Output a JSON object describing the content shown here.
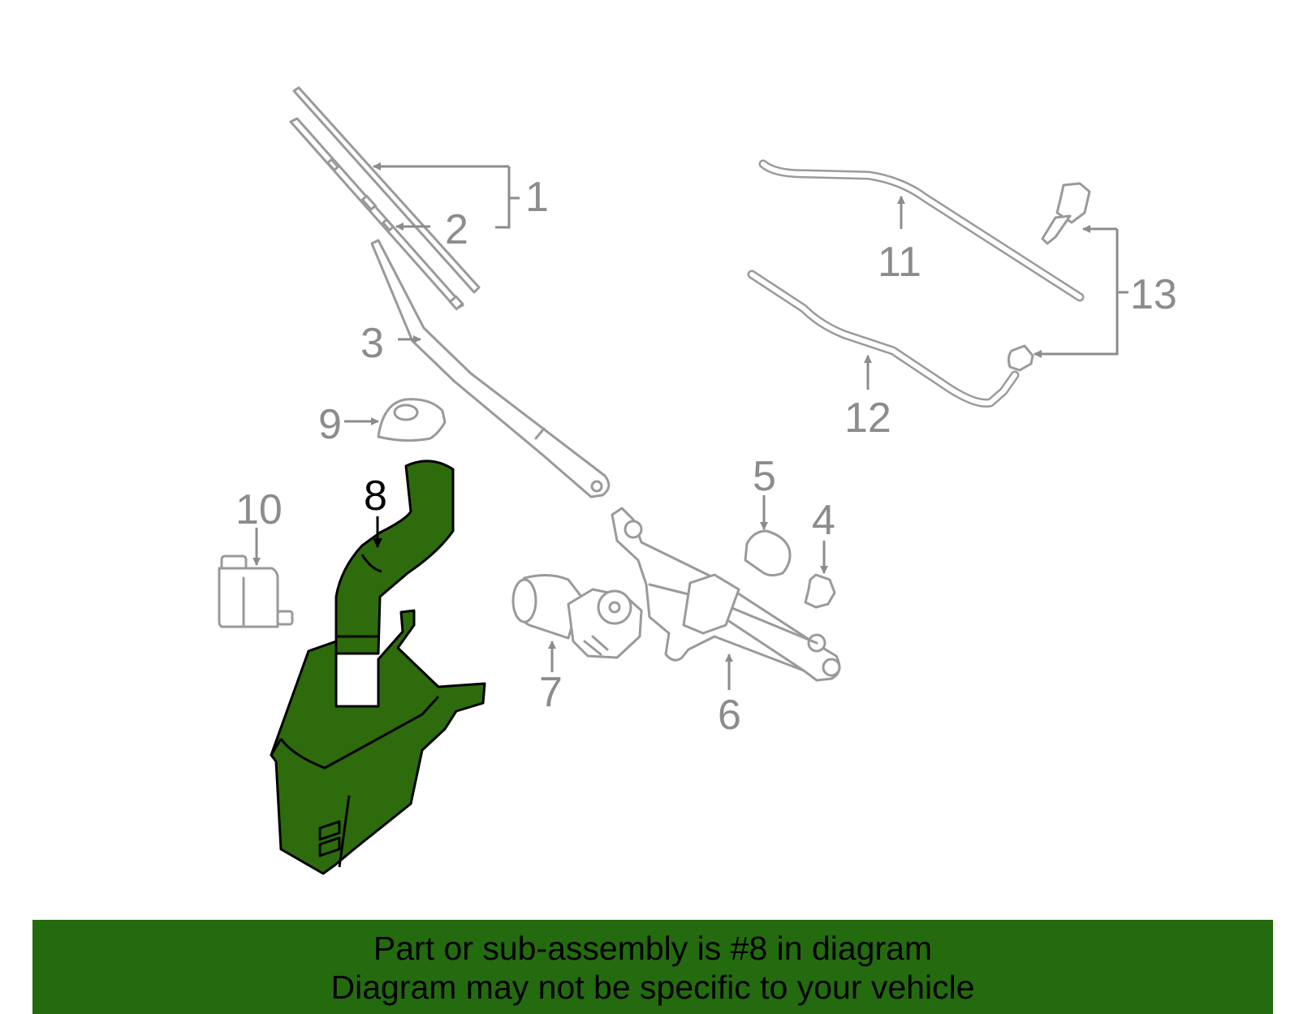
{
  "diagram": {
    "highlighted_part": "8",
    "highlight_color": "#2e6b0d",
    "part_color": "#9a9a9a",
    "callouts": [
      "1",
      "2",
      "3",
      "4",
      "5",
      "6",
      "7",
      "8",
      "9",
      "10",
      "11",
      "12",
      "13"
    ]
  },
  "banner": {
    "line1": "Part or sub-assembly is #8 in diagram",
    "line2": "Diagram may not be specific to your vehicle",
    "color": "#246b10"
  }
}
